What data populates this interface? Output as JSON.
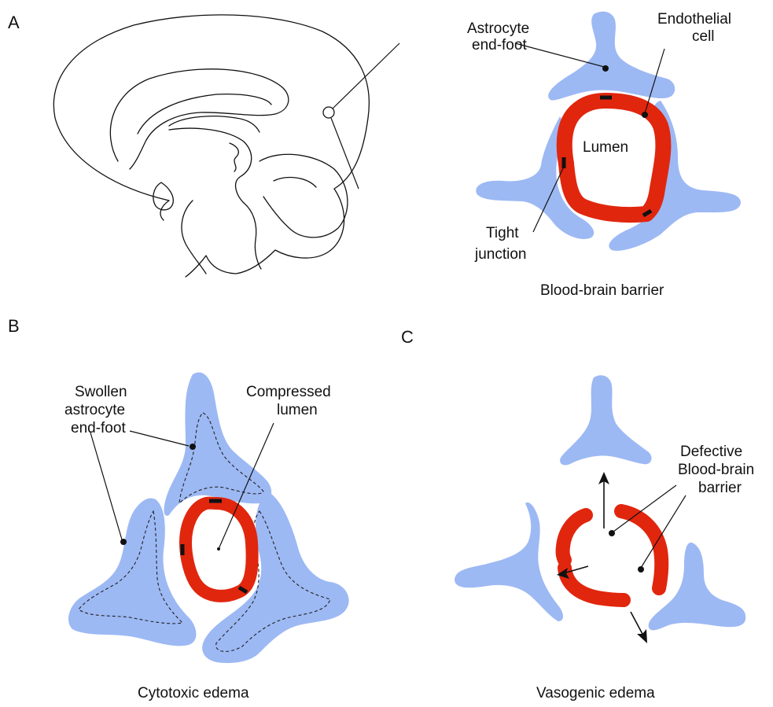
{
  "panels": {
    "a": {
      "letter": "A",
      "astrocyte_label_1": "Astrocyte",
      "astrocyte_label_2": "end-foot",
      "endothelial_label_1": "Endothelial",
      "endothelial_label_2": "cell",
      "lumen_label": "Lumen",
      "tight_label_1": "Tight",
      "tight_label_2": "junction",
      "caption": "Blood-brain barrier"
    },
    "b": {
      "letter": "B",
      "swollen_label_1": "Swollen",
      "swollen_label_2": "astrocyte",
      "swollen_label_3": "end-foot",
      "compressed_label_1": "Compressed",
      "compressed_label_2": "lumen",
      "caption": "Cytotoxic edema"
    },
    "c": {
      "letter": "C",
      "defective_label_1": "Defective",
      "defective_label_2": "Blood-brain",
      "defective_label_3": "barrier",
      "caption": "Vasogenic edema"
    }
  },
  "colors": {
    "astrocyte": "#9db9f4",
    "endothelium": "#e1260e",
    "outline": "#111111"
  }
}
